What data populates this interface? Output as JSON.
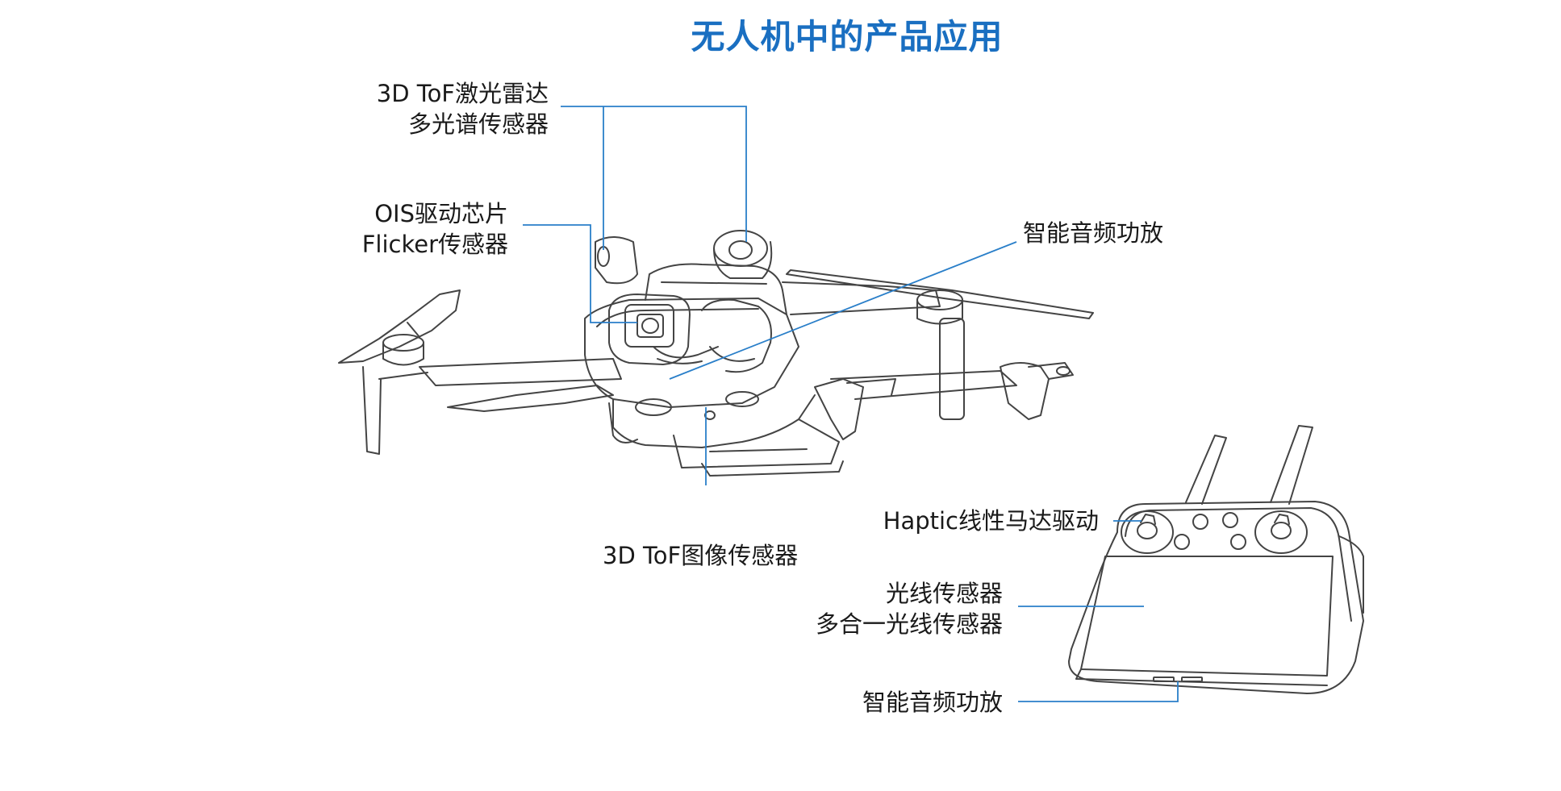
{
  "title": "无人机中的产品应用",
  "drone_labels": {
    "tof_lidar": {
      "line1": "3D ToF激光雷达",
      "line2": "多光谱传感器"
    },
    "ois": {
      "line1": "OIS驱动芯片",
      "line2": "Flicker传感器"
    },
    "audio": "智能音频功放",
    "tof_image": "3D ToF图像传感器"
  },
  "controller_labels": {
    "haptic": "Haptic线性马达驱动",
    "light": {
      "line1": "光线传感器",
      "line2": "多合一光线传感器"
    },
    "audio": "智能音频功放"
  },
  "colors": {
    "title": "#1a6fc1",
    "leader_line": "#2a7fc9",
    "outline": "#444444"
  }
}
